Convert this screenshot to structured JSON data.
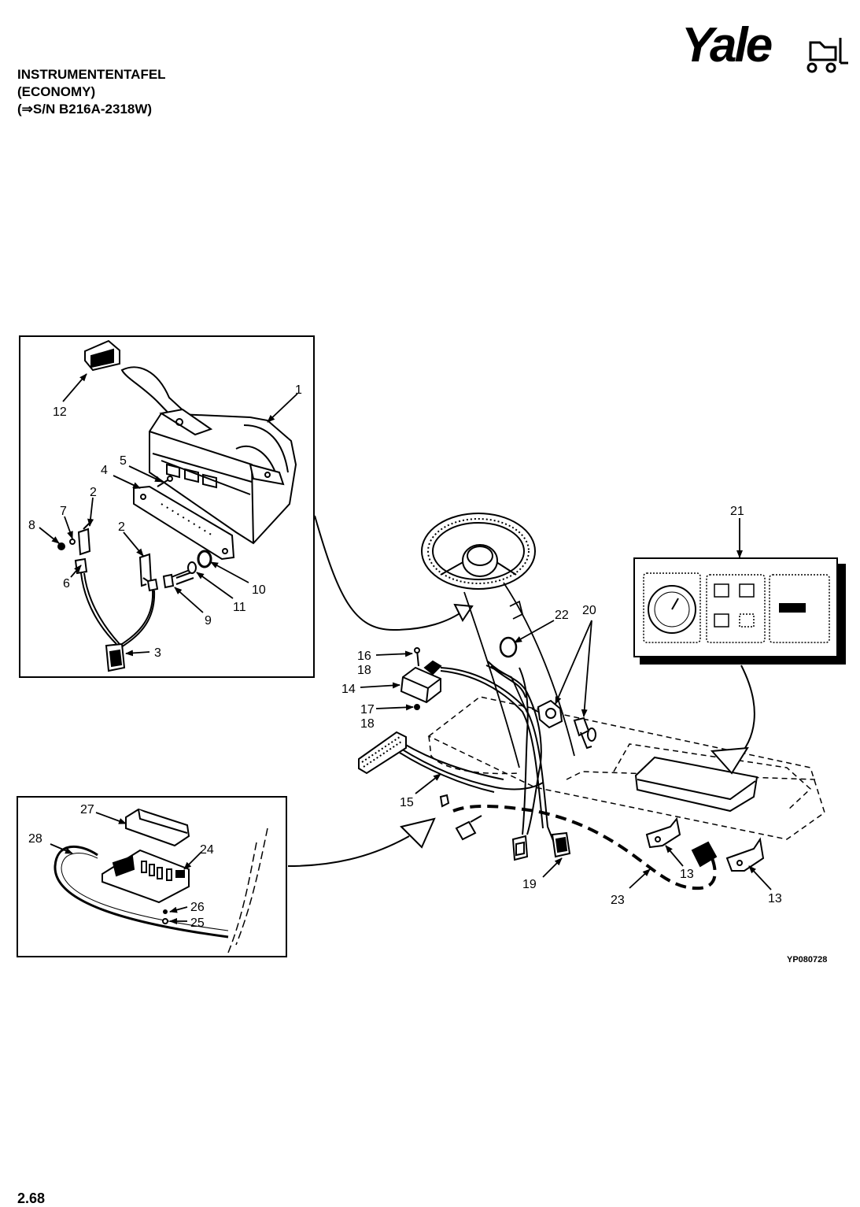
{
  "title": {
    "line1": "INSTRUMENTENTAFEL",
    "line2": "(ECONOMY)",
    "line3": "(⇒S/N B216A-2318W)"
  },
  "logo": {
    "text": "Yale"
  },
  "callouts": {
    "c1": "1",
    "c2a": "2",
    "c2b": "2",
    "c3": "3",
    "c4": "4",
    "c5": "5",
    "c6": "6",
    "c7": "7",
    "c8": "8",
    "c9": "9",
    "c10": "10",
    "c11": "11",
    "c12": "12",
    "c13a": "13",
    "c13b": "13",
    "c14": "14",
    "c15": "15",
    "c16": "16",
    "c17": "17",
    "c18a": "18",
    "c18b": "18",
    "c19": "19",
    "c20": "20",
    "c21": "21",
    "c22": "22",
    "c23": "23",
    "c24": "24",
    "c25": "25",
    "c26": "26",
    "c27": "27",
    "c28": "28"
  },
  "figure_code": "YP080728",
  "page_number": "2.68"
}
